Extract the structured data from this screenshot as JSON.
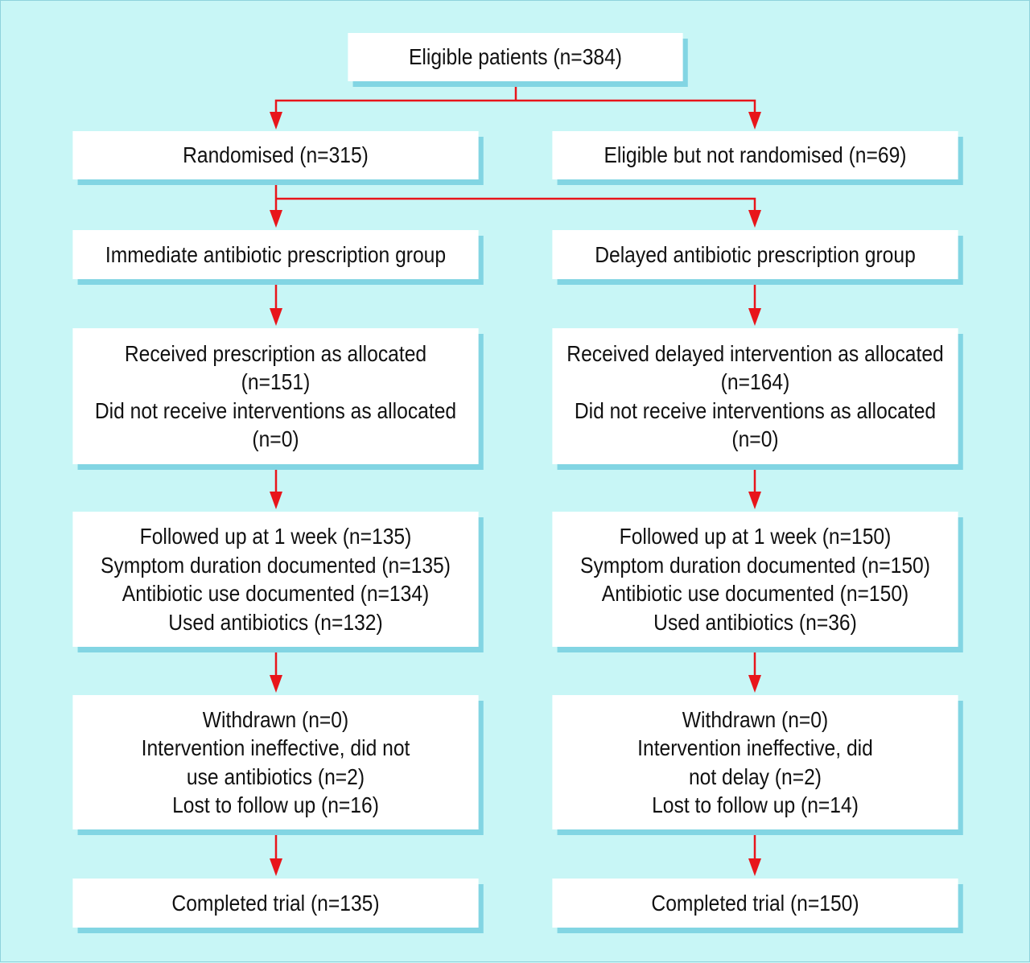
{
  "colors": {
    "background": "#c8f6f6",
    "box": "#ffffff",
    "shadow": "#82d5e3",
    "arrow": "#e8151b"
  },
  "flowchart": {
    "eligible": {
      "lines": [
        "Eligible patients (n=384)"
      ]
    },
    "randomised": {
      "lines": [
        "Randomised (n=315)"
      ]
    },
    "not_randomised": {
      "lines": [
        "Eligible but not randomised (n=69)"
      ]
    },
    "immediate_group": {
      "lines": [
        "Immediate antibiotic prescription group"
      ]
    },
    "delayed_group": {
      "lines": [
        "Delayed antibiotic prescription group"
      ]
    },
    "immediate_allocation": {
      "lines": [
        "Received prescription as allocated",
        "(n=151)",
        "Did not receive interventions as allocated",
        "(n=0)"
      ]
    },
    "delayed_allocation": {
      "lines": [
        "Received delayed intervention as allocated",
        "(n=164)",
        "Did not receive interventions as allocated",
        "(n=0)"
      ]
    },
    "immediate_followup": {
      "lines": [
        "Followed up at 1 week (n=135)",
        "Symptom duration documented (n=135)",
        "Antibiotic use documented (n=134)",
        "Used antibiotics (n=132)"
      ]
    },
    "delayed_followup": {
      "lines": [
        "Followed up at 1 week (n=150)",
        "Symptom duration documented (n=150)",
        "Antibiotic use documented (n=150)",
        "Used antibiotics (n=36)"
      ]
    },
    "immediate_withdrawn": {
      "lines": [
        "Withdrawn (n=0)",
        "Intervention ineffective, did not",
        "use antibiotics (n=2)",
        "Lost to follow up (n=16)"
      ]
    },
    "delayed_withdrawn": {
      "lines": [
        "Withdrawn (n=0)",
        "Intervention ineffective, did",
        "not delay (n=2)",
        "Lost to follow up (n=14)"
      ]
    },
    "immediate_completed": {
      "lines": [
        "Completed trial (n=135)"
      ]
    },
    "delayed_completed": {
      "lines": [
        "Completed trial (n=150)"
      ]
    }
  }
}
